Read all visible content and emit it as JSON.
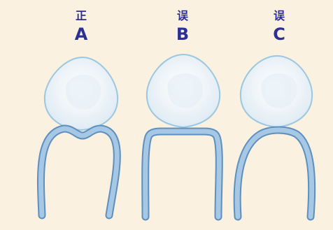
{
  "panels": [
    {
      "verdict": "正",
      "letter": "A"
    },
    {
      "verdict": "误",
      "letter": "B"
    },
    {
      "verdict": "误",
      "letter": "C"
    }
  ],
  "colors": {
    "background": "#faf1e0",
    "label": "#2c2f93",
    "tooth_fill": "#f4f8fb",
    "tooth_outline": "#9cc7e0",
    "wire": "#a6c8e4",
    "wire_outline": "#5d8fbf"
  }
}
